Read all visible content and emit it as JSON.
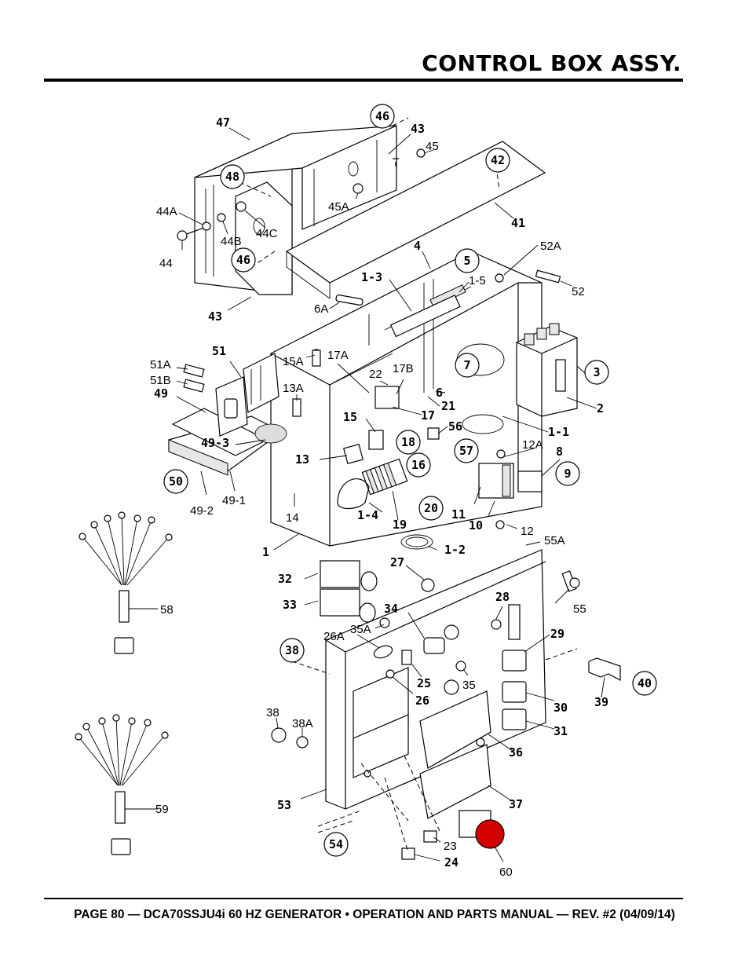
{
  "header": {
    "title": "CONTROL BOX ASSY."
  },
  "footer": {
    "text": "PAGE 80 — DCA70SSJU4i 60 HZ GENERATOR • OPERATION AND PARTS MANUAL — REV. #2 (04/09/14)"
  },
  "diagram": {
    "plain_labels": [
      "45",
      "45A",
      "44A",
      "44B",
      "44C",
      "44",
      "52A",
      "52",
      "1-5",
      "6A",
      "15A",
      "17A",
      "22",
      "17B",
      "51A",
      "51B",
      "13A",
      "12A",
      "14",
      "49-1",
      "49-2",
      "12",
      "55A",
      "58",
      "55",
      "26A",
      "35A",
      "35",
      "38",
      "38A",
      "59",
      "23",
      "60"
    ],
    "bold_labels": [
      "47",
      "43",
      "41",
      "43",
      "4",
      "1-3",
      "3",
      "2",
      "7",
      "6",
      "21",
      "17",
      "51",
      "49",
      "15",
      "49-3",
      "56",
      "1-1",
      "8",
      "13",
      "18",
      "16",
      "57",
      "11",
      "10",
      "1-4",
      "19",
      "20",
      "1",
      "1-2",
      "27",
      "32",
      "33",
      "28",
      "34",
      "29",
      "25",
      "26",
      "30",
      "31",
      "39",
      "36",
      "53",
      "37",
      "24"
    ],
    "circled_labels": [
      "46",
      "42",
      "48",
      "46",
      "5",
      "7",
      "3",
      "9",
      "50",
      "18",
      "16",
      "57",
      "20",
      "38",
      "40",
      "54"
    ]
  }
}
